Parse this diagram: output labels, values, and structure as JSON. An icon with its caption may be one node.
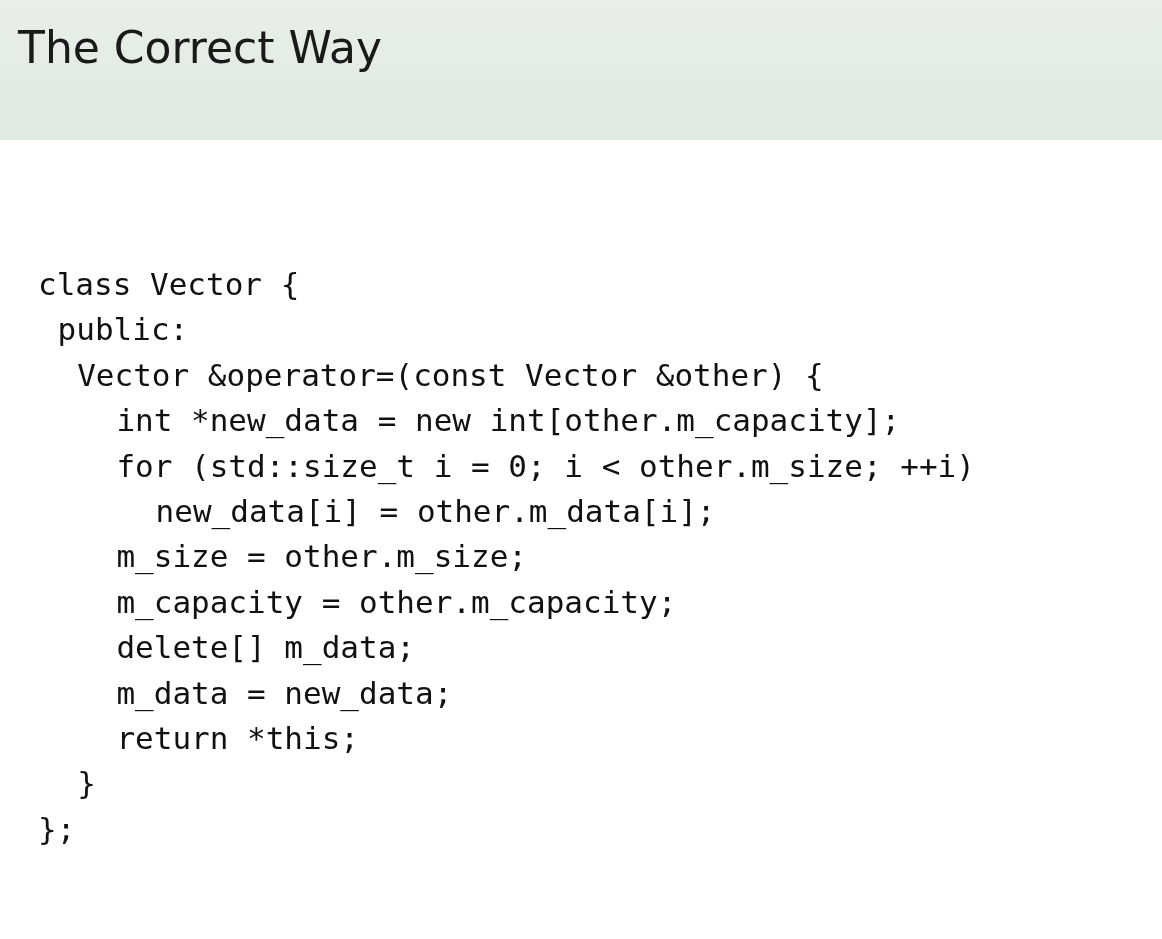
{
  "diagram": {
    "title": "The Correct Way",
    "labels": [
      "class Vector {",
      "public:",
      "Vector &operator=(const Vector &other) {",
      "int *new_data = new int[other.m_capacity];",
      "for (std::size_t i = 0; i < other.m_size; ++i)",
      "new_data[i] = other.m_data[i];",
      "m_size = other.m_size;",
      "m_capacity = other.m_capacity;",
      "delete[] m_data;",
      "m_data = new_data;",
      "return *this;",
      "}",
      "};"
    ]
  }
}
